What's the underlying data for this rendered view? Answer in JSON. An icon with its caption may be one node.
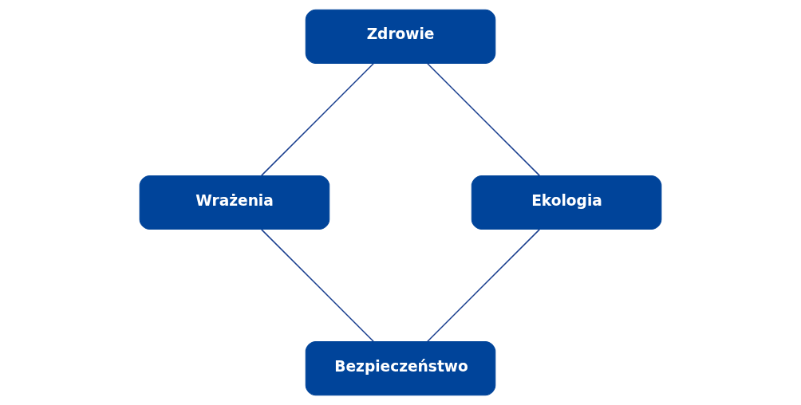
{
  "diagram": {
    "nodes": [
      {
        "text": [
          "Bezpieczeństwo"
        ]
      },
      {
        "text": [
          "Ekologia"
        ]
      },
      {
        "text": [
          "Wrażenia"
        ]
      },
      {
        "text": [
          "Zdrowie"
        ]
      }
    ],
    "edges": [
      {
        "from": 0,
        "to": 2,
        "arrow": "none"
      },
      {
        "from": 2,
        "to": 3,
        "arrow": "none"
      },
      {
        "from": 3,
        "to": 1,
        "arrow": "none"
      },
      {
        "from": 1,
        "to": 0,
        "arrow": "none"
      }
    ]
  }
}
